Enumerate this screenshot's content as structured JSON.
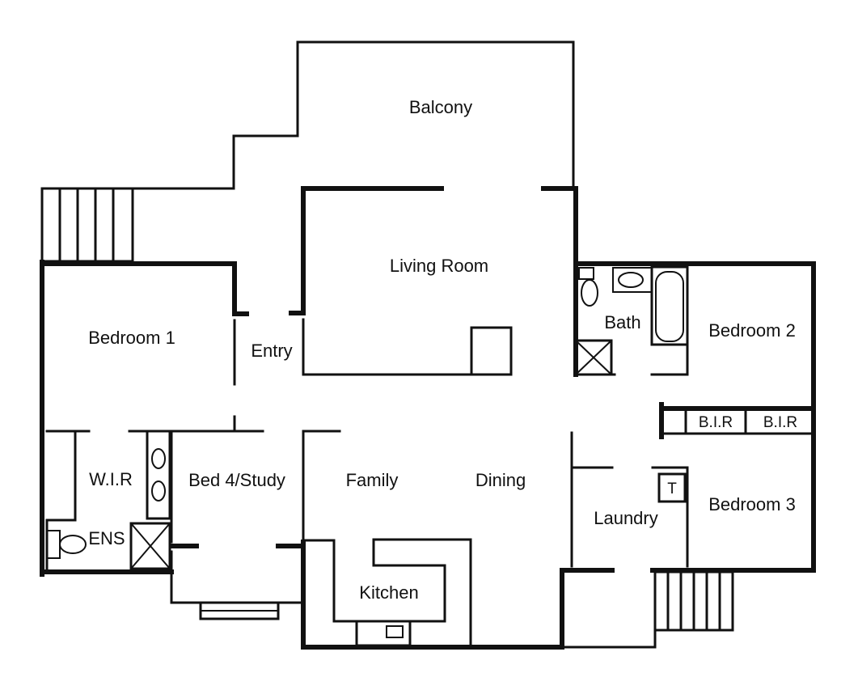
{
  "rooms": {
    "balcony": "Balcony",
    "living_room": "Living Room",
    "bedroom_1": "Bedroom 1",
    "entry": "Entry",
    "bath": "Bath",
    "bedroom_2": "Bedroom 2",
    "bir_1": "B.I.R",
    "bir_2": "B.I.R",
    "wir": "W.I.R",
    "bed4_study": "Bed 4/Study",
    "family": "Family",
    "dining": "Dining",
    "laundry": "Laundry",
    "bedroom_3": "Bedroom 3",
    "ens": "ENS",
    "kitchen": "Kitchen",
    "tub_marker": "T"
  }
}
